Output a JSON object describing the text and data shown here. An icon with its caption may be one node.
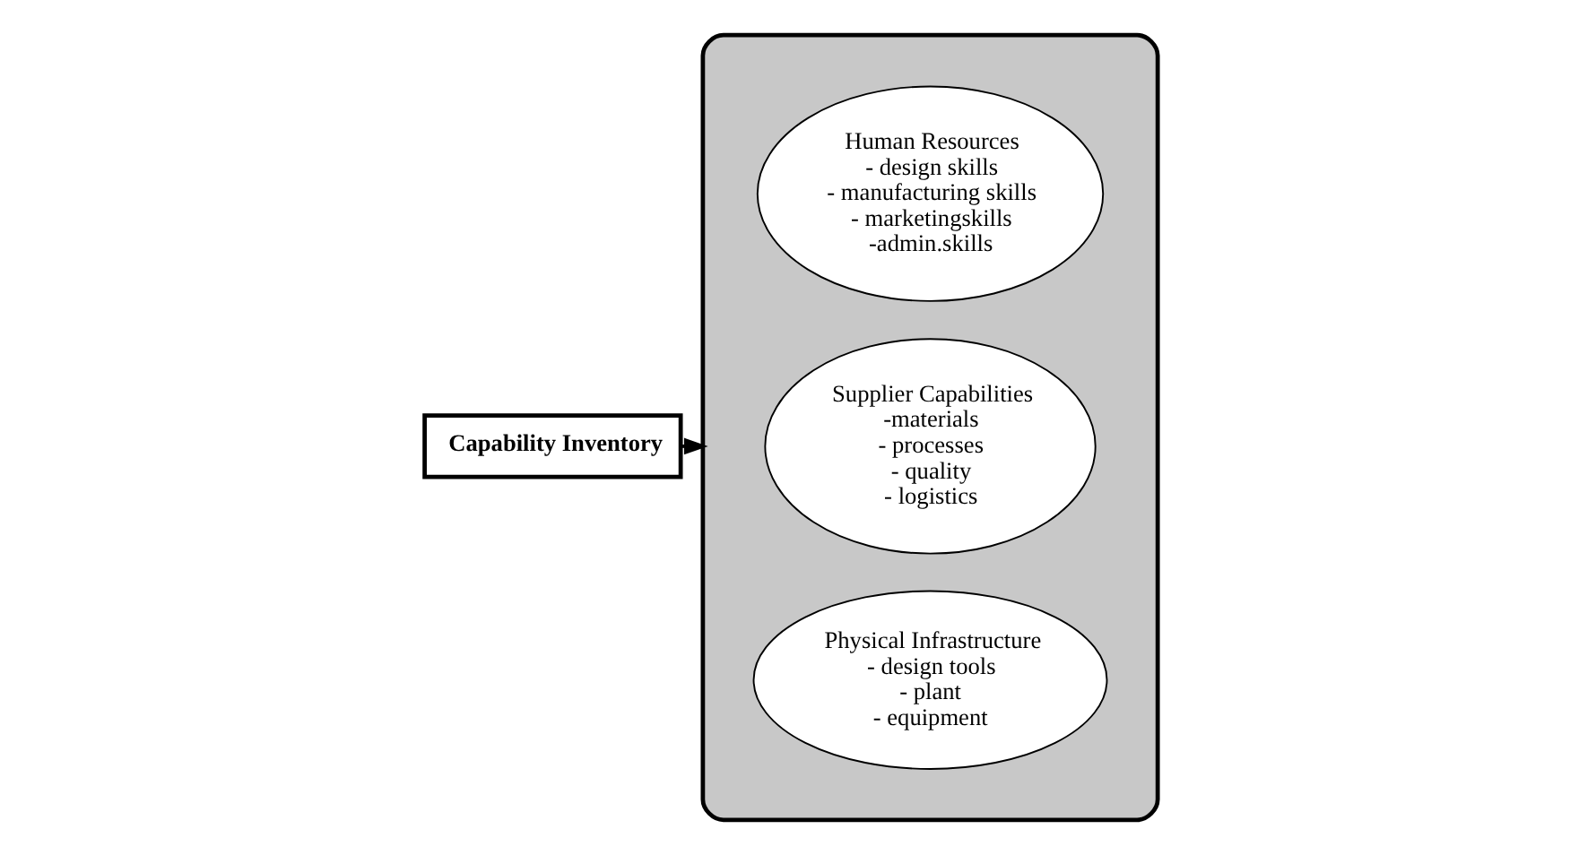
{
  "diagram": {
    "nodes": [
      {
        "text": [],
        "shape": "ellipse"
      },
      {
        "text": [
          "Human Resources",
          "- design skills",
          "- manufacturing skills",
          "- marketingskills",
          "-admin.skills"
        ],
        "in": 0
      },
      {
        "text": [
          "Supplier Capabilities",
          "-materials",
          "- processes",
          "- quality",
          "- logistics"
        ],
        "in": 0
      },
      {
        "text": [
          "Physical Infrastructure",
          "- design tools",
          "- plant",
          "- equipment"
        ],
        "in": 0
      },
      {
        "text": [
          "Capability Inventory"
        ]
      }
    ],
    "edges": [
      {
        "from": 4,
        "to": 0,
        "arrow": "to"
      }
    ]
  }
}
